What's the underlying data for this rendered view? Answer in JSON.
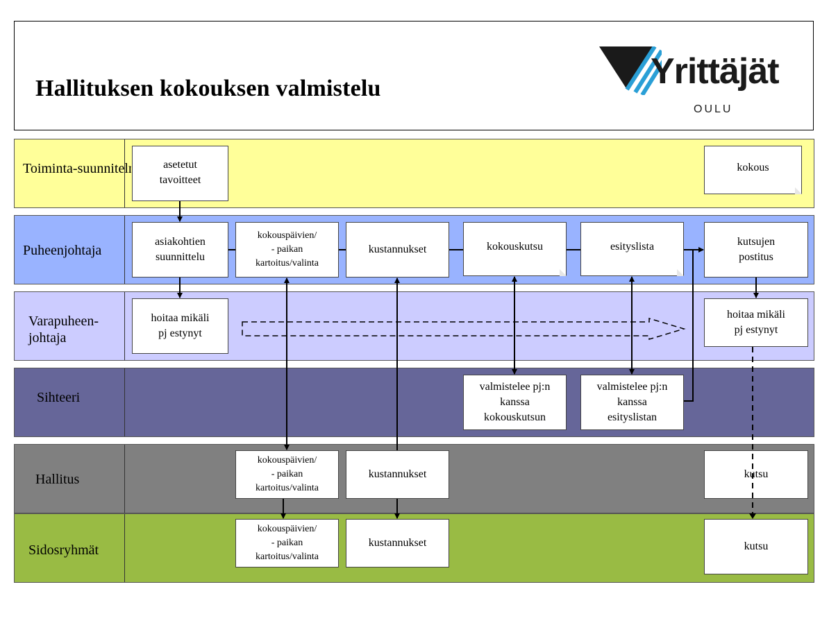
{
  "title": "Hallituksen kokouksen valmistelu",
  "logo": {
    "word": "Yrittäjät",
    "city": "OULU",
    "colors": {
      "dark": "#1a1a1a",
      "accent": "#2a9fd6"
    }
  },
  "lanes": [
    {
      "label": "Toiminta-suunnitelma",
      "color": "#ffff99"
    },
    {
      "label": "Puheenjohtaja",
      "color": "#99b3ff"
    },
    {
      "label": "Varapuheen-\njohtaja",
      "color": "#ccccff"
    },
    {
      "label": "Sihteeri",
      "color": "#666699"
    },
    {
      "label": "Hallitus",
      "color": "#808080"
    },
    {
      "label": "Sidosryhmät",
      "color": "#99bb44"
    }
  ],
  "boxes": {
    "asetetut": "asetetut\ntavoitteet",
    "kokous": "kokous",
    "asiakohtien": "asiakohtien\nsuunnittelu",
    "kokouspaivien_pj": "kokouspäivien/\n- paikan\nkartoitus/valinta",
    "kustannukset_pj": "kustannukset",
    "kokouskutsu": "kokouskutsu",
    "esityslista": "esityslista",
    "kutsujen_postitus": "kutsujen\npostitus",
    "hoitaa_1": "hoitaa mikäli\npj estynyt",
    "hoitaa_2": "hoitaa mikäli\npj estynyt",
    "valmistelee_kutsu": "valmistelee pj:n\nkanssa\nkokouskutsun",
    "valmistelee_lista": "valmistelee pj:n\nkanssa\nesityslistan",
    "kokouspaivien_hal": "kokouspäivien/\n- paikan\nkartoitus/valinta",
    "kustannukset_hal": "kustannukset",
    "kutsu_hal": "kutsu",
    "kokouspaivien_sid": "kokouspäivien/\n- paikan\nkartoitus/valinta",
    "kustannukset_sid": "kustannukset",
    "kutsu_sid": "kutsu"
  }
}
